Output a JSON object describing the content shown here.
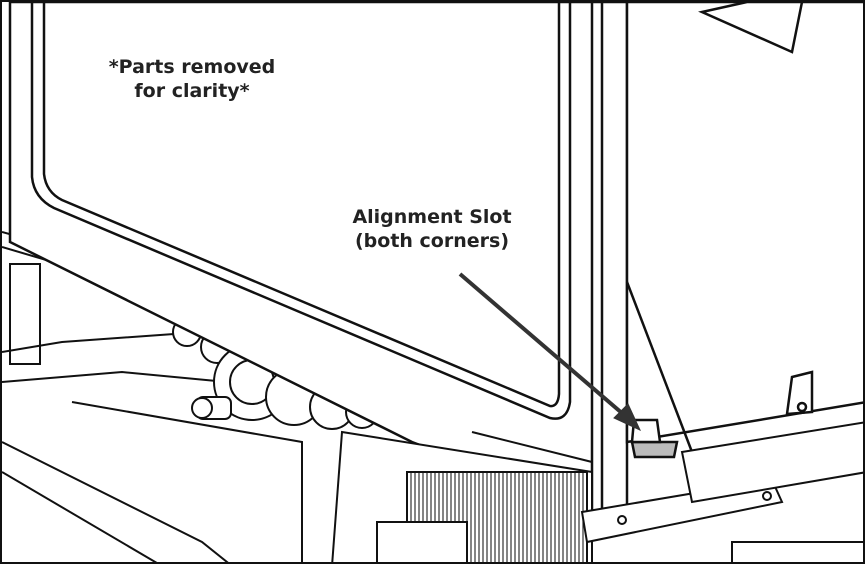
{
  "diagram": {
    "note_line1": "*Parts removed",
    "note_line2": "for clarity*",
    "callout_title": "Alignment Slot",
    "callout_subtitle": "(both corners)"
  },
  "colors": {
    "line": "#111111",
    "panel_fill": "#ffffff",
    "shade": "#d9d9d9",
    "dark_shade": "#777777"
  }
}
